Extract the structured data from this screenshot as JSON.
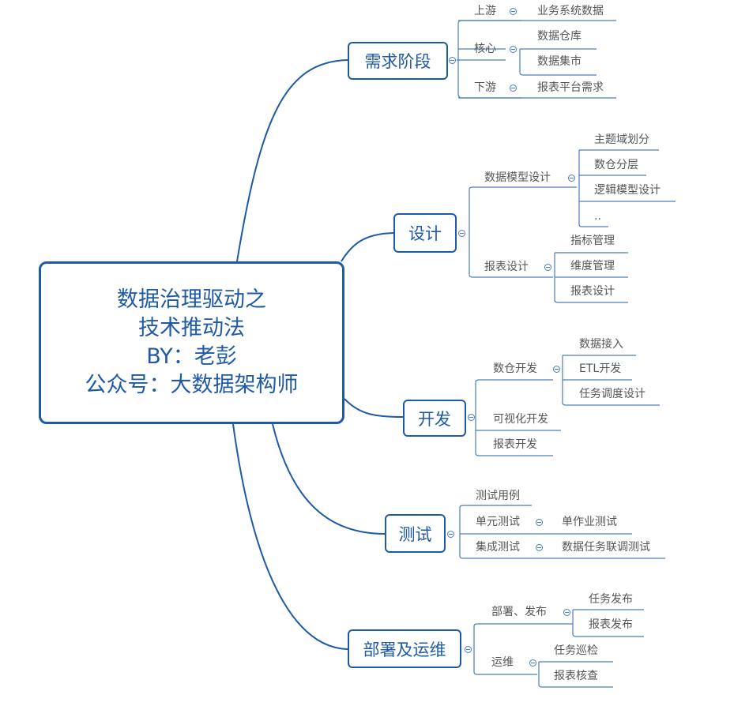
{
  "central": {
    "line1": "数据治理驱动之",
    "line2": "技术推动法",
    "line3": "BY：老彭",
    "line4": "公众号：大数据架构师"
  },
  "branches": [
    {
      "label": "需求阶段",
      "subs": [
        {
          "label": "上游",
          "leaves": [
            "业务系统数据"
          ]
        },
        {
          "label": "核心",
          "leaves": [
            "数据仓库",
            "数据集市"
          ]
        },
        {
          "label": "下游",
          "leaves": [
            "报表平台需求"
          ]
        }
      ]
    },
    {
      "label": "设计",
      "subs": [
        {
          "label": "数据模型设计",
          "leaves": [
            "主题域划分",
            "数仓分层",
            "逻辑模型设计",
            ".."
          ]
        },
        {
          "label": "报表设计",
          "leaves": [
            "指标管理",
            "维度管理",
            "报表设计"
          ]
        }
      ]
    },
    {
      "label": "开发",
      "subs": [
        {
          "label": "数仓开发",
          "leaves": [
            "数据接入",
            "ETL开发",
            "任务调度设计"
          ]
        },
        {
          "label": "可视化开发",
          "leaves": []
        },
        {
          "label": "报表开发",
          "leaves": []
        }
      ]
    },
    {
      "label": "测试",
      "subs": [
        {
          "label": "测试用例",
          "leaves": []
        },
        {
          "label": "单元测试",
          "leaves": [
            "单作业测试"
          ]
        },
        {
          "label": "集成测试",
          "leaves": [
            "数据任务联调测试"
          ]
        }
      ]
    },
    {
      "label": "部署及运维",
      "subs": [
        {
          "label": "部署、发布",
          "leaves": [
            "任务发布",
            "报表发布"
          ]
        },
        {
          "label": "运维",
          "leaves": [
            "任务巡检",
            "报表核查"
          ]
        }
      ]
    }
  ],
  "colors": {
    "main_line": "#1f5aa6",
    "sub_line": "#4a7cc0"
  },
  "icons": {
    "collapse": "collapse-circle-icon"
  }
}
